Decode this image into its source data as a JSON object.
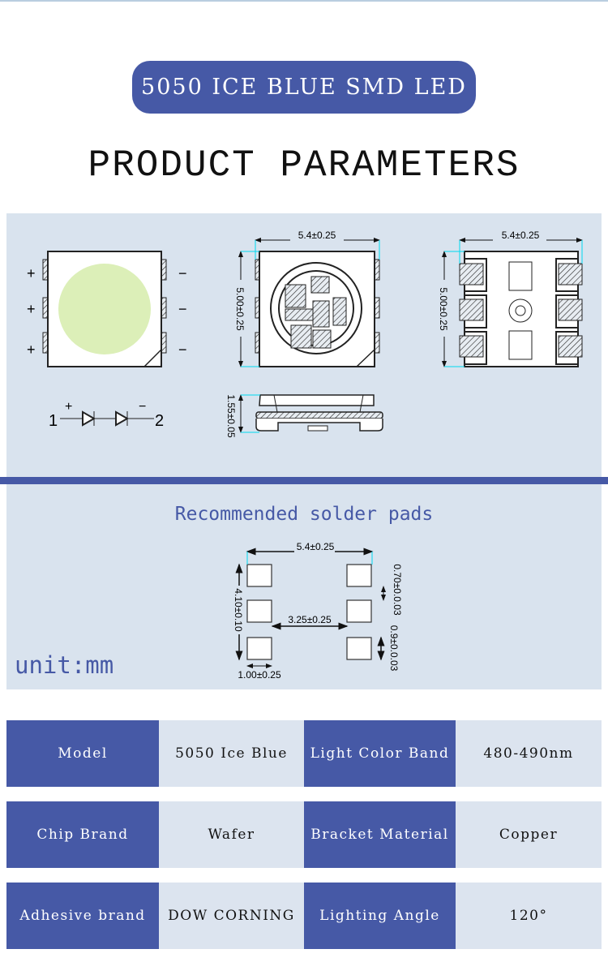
{
  "title": "5050 ICE BLUE SMD LED",
  "heading": "PRODUCT PARAMETERS",
  "diagram": {
    "front_pins_left": [
      "+",
      "+",
      "+"
    ],
    "front_pins_right": [
      "−",
      "−",
      "−"
    ],
    "circuit": {
      "pin1": "1",
      "pin2": "2",
      "plus": "+",
      "minus": "−"
    },
    "width_dim": "5.4±0.25",
    "height_dim": "5.00±0.25",
    "thickness_dim": "1.55±0.05",
    "colors": {
      "lens": "#dcefb8",
      "accent": "#4659a6",
      "guide": "#00d8f0"
    }
  },
  "solder": {
    "title": "Recommended solder pads",
    "unit": "unit:mm",
    "width_dim": "5.4±0.25",
    "height_dim": "4.10±0.10",
    "gap_dim": "3.25±0.25",
    "pad_width_dim": "1.00±0.25",
    "pitch_dim": "0.70±0.0.03",
    "pad_height_dim": "0.9±0.0.03"
  },
  "specs": [
    [
      {
        "k": "Model",
        "v": "5050 Ice Blue"
      },
      {
        "k": "Light Color Band",
        "v": "480-490nm"
      }
    ],
    [
      {
        "k": "Chip Brand",
        "v": "Wafer"
      },
      {
        "k": "Bracket Material",
        "v": "Copper"
      }
    ],
    [
      {
        "k": "Adhesive brand",
        "v": "DOW CORNING"
      },
      {
        "k": "Lighting Angle",
        "v": "120°"
      }
    ]
  ]
}
